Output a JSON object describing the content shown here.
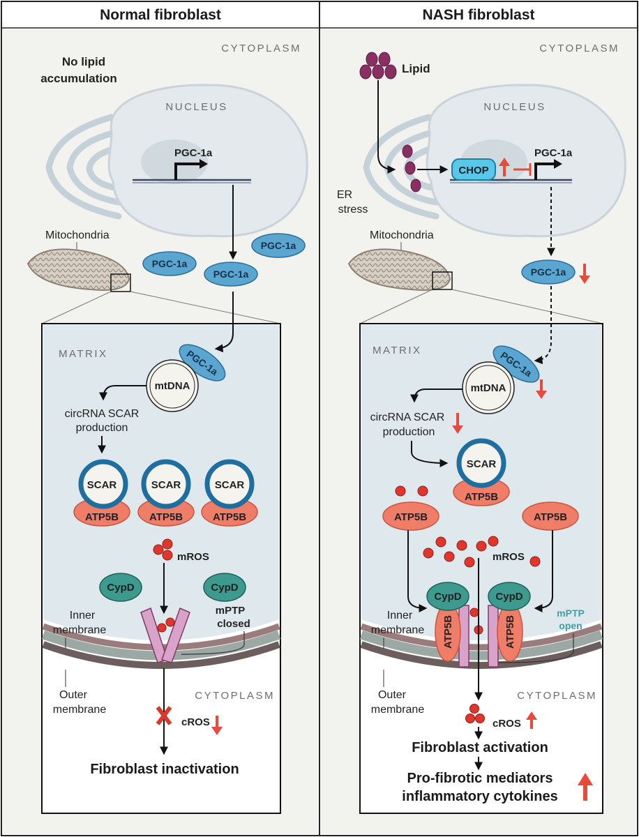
{
  "panels": {
    "left": {
      "title": "Normal fibroblast",
      "cytoplasm": "CYTOPLASM",
      "no_lipid": [
        "No lipid",
        "accumulation"
      ],
      "nucleus": "NUCLEUS",
      "gene": "PGC-1a",
      "mitochondria": "Mitochondria",
      "pgc_ovals": [
        "PGC-1a",
        "PGC-1a",
        "PGC-1a"
      ],
      "matrix": "MATRIX",
      "pgc_matrix": "PGC-1a",
      "mtdna": "mtDNA",
      "circ": [
        "circRNA SCAR",
        "production"
      ],
      "scar": [
        "SCAR",
        "SCAR",
        "SCAR"
      ],
      "atp": [
        "ATP5B",
        "ATP5B",
        "ATP5B"
      ],
      "mros": "mROS",
      "cypd": [
        "CypD",
        "CypD"
      ],
      "mptp": [
        "mPTP",
        "closed"
      ],
      "inner": [
        "Inner",
        "membrane"
      ],
      "outer": [
        "Outer",
        "membrane"
      ],
      "cytoplasm_bottom": "CYTOPLASM",
      "cros": "cROS",
      "outcome": "Fibroblast inactivation"
    },
    "right": {
      "title": "NASH fibroblast",
      "cytoplasm": "CYTOPLASM",
      "lipid": "Lipid",
      "nucleus": "NUCLEUS",
      "chop": "CHOP",
      "gene": "PGC-1a",
      "er": [
        "ER",
        "stress"
      ],
      "mitochondria": "Mitochondria",
      "pgc_oval": "PGC-1a",
      "matrix": "MATRIX",
      "pgc_matrix": "PGC-1a",
      "mtdna": "mtDNA",
      "circ": [
        "circRNA SCAR",
        "production"
      ],
      "scar": "SCAR",
      "atp_bound": "ATP5B",
      "atp_free": [
        "ATP5B",
        "ATP5B"
      ],
      "mros": "mROS",
      "cypd": [
        "CypD",
        "CypD"
      ],
      "atp_vertical": [
        "ATP5B",
        "ATP5B"
      ],
      "inner": [
        "Inner",
        "membrane"
      ],
      "mptp": [
        "mPTP",
        "open"
      ],
      "outer": [
        "Outer",
        "membrane"
      ],
      "cytoplasm_bottom": "CYTOPLASM",
      "cros": "cROS",
      "outcome1": "Fibroblast activation",
      "outcome2": [
        "Pro-fibrotic mediators",
        "inflammatory cytokines"
      ]
    }
  },
  "colors": {
    "pgc": "#5aa6d1",
    "scar_ring": "#1e6fa0",
    "atp": "#ef7d68",
    "cypd": "#3c9a8e",
    "ros": "#e2362d",
    "lipid": "#8a2f62",
    "chop": "#59c7ea",
    "matrix": "#dfe8ed",
    "nucleus": "#dfe6ea",
    "arrow_red": "#e84b3c"
  }
}
